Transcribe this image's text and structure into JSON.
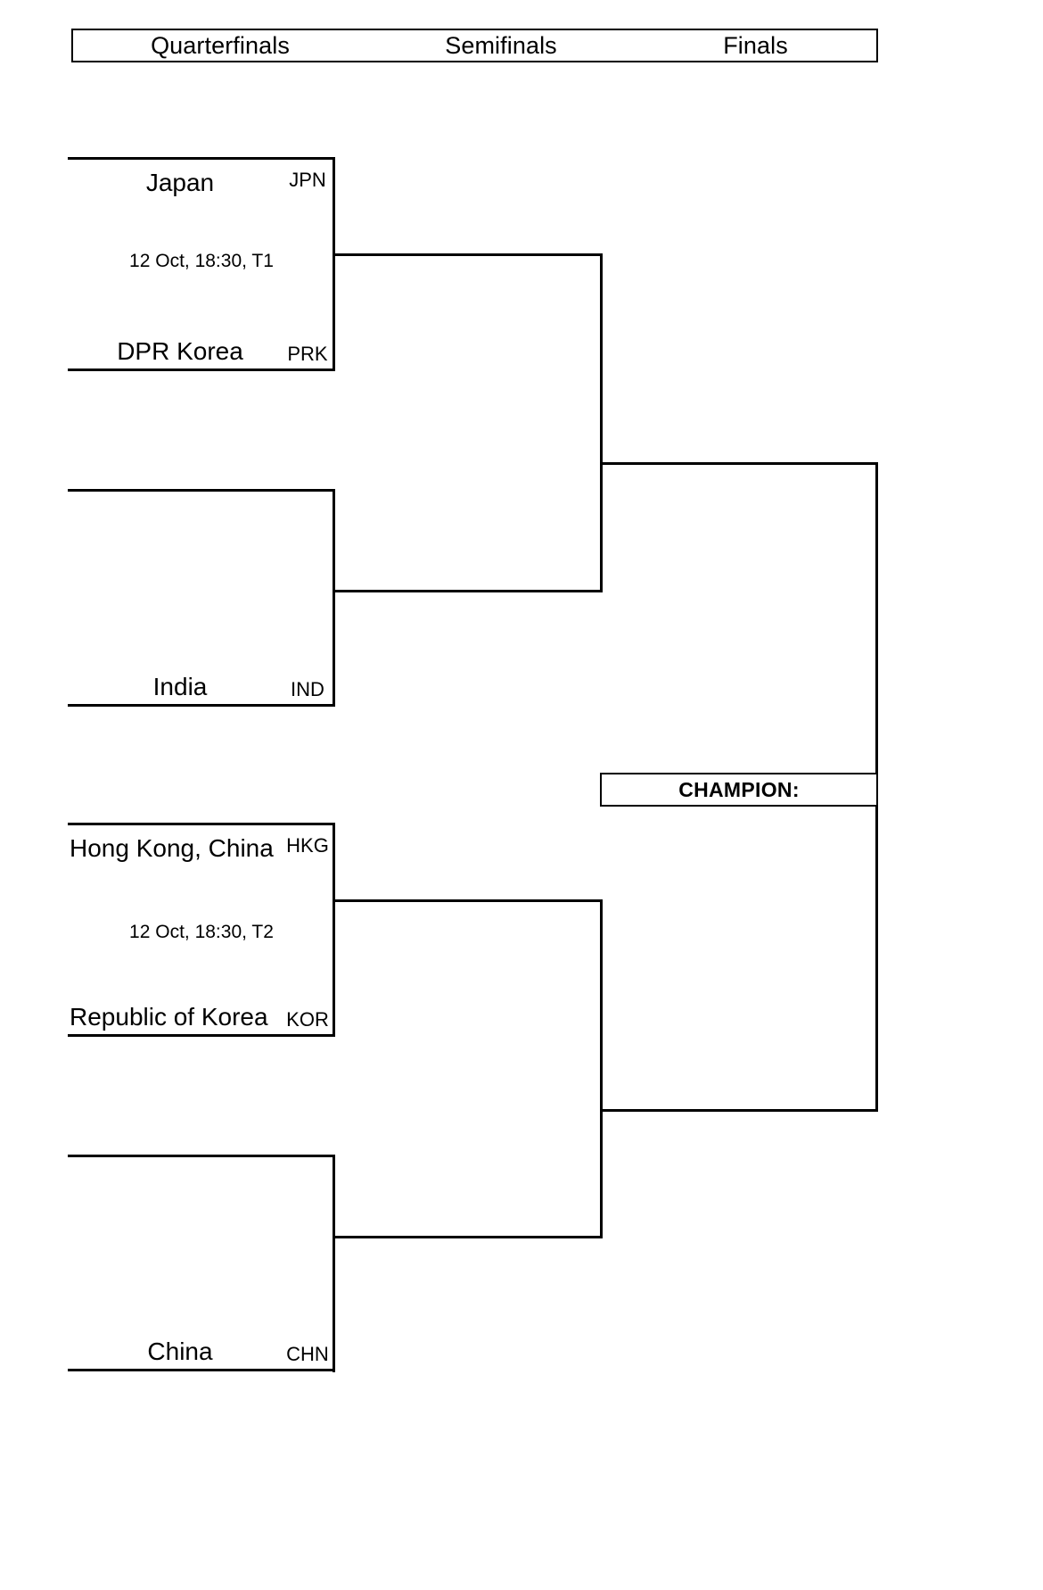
{
  "header": {
    "rounds": [
      {
        "label": "Quarterfinals"
      },
      {
        "label": "Semifinals"
      },
      {
        "label": "Finals"
      }
    ]
  },
  "quarterfinals": [
    {
      "id": "qf1",
      "meta": "12 Oct, 18:30, T1",
      "top": {
        "name": "Japan",
        "code": "JPN"
      },
      "bottom": {
        "name": "DPR Korea",
        "code": "PRK"
      }
    },
    {
      "id": "qf2",
      "meta": "",
      "top": {
        "name": "",
        "code": ""
      },
      "bottom": {
        "name": "India",
        "code": "IND"
      }
    },
    {
      "id": "qf3",
      "meta": "12 Oct, 18:30, T2",
      "top": {
        "name": "Hong Kong, China",
        "code": "HKG"
      },
      "bottom": {
        "name": "Republic of Korea",
        "code": "KOR"
      }
    },
    {
      "id": "qf4",
      "meta": "",
      "top": {
        "name": "",
        "code": ""
      },
      "bottom": {
        "name": "China",
        "code": "CHN"
      }
    }
  ],
  "semifinals": [
    {
      "id": "sf1",
      "meta": "",
      "top": {
        "name": "",
        "code": ""
      },
      "bottom": {
        "name": "",
        "code": ""
      }
    },
    {
      "id": "sf2",
      "meta": "",
      "top": {
        "name": "",
        "code": ""
      },
      "bottom": {
        "name": "",
        "code": ""
      }
    }
  ],
  "final": {
    "id": "final",
    "meta": "",
    "top": {
      "name": "",
      "code": ""
    },
    "bottom": {
      "name": "",
      "code": ""
    }
  },
  "champion": {
    "label": "CHAMPION:",
    "value": ""
  },
  "colors": {
    "line": "#000000",
    "background": "#ffffff",
    "text": "#000000"
  }
}
